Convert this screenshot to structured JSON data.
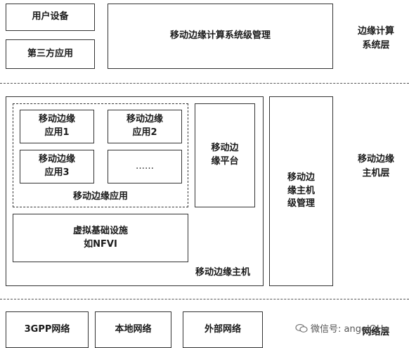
{
  "top": {
    "user_device": "用户设备",
    "third_party_app": "第三方应用",
    "system_mgmt": "移动边缘计算系统级管理",
    "layer_label": "边缘计算\n系统层"
  },
  "host_layer": {
    "app1": "移动边缘\n应用1",
    "app2": "移动边缘\n应用2",
    "app3": "移动边缘\n应用3",
    "app_more": "……",
    "apps_group_label": "移动边缘应用",
    "platform": "移动边\n缘平台",
    "nfvi": "虚拟基础设施\n如NFVI",
    "host_label": "移动边缘主机",
    "host_mgmt": "移动边\n缘主机\n级管理",
    "layer_label": "移动边缘\n主机层"
  },
  "network": {
    "net_3gpp": "3GPP网络",
    "net_local": "本地网络",
    "net_external": "外部网络",
    "layer_label": "网络层"
  },
  "watermark": "微信号: angelOHe"
}
